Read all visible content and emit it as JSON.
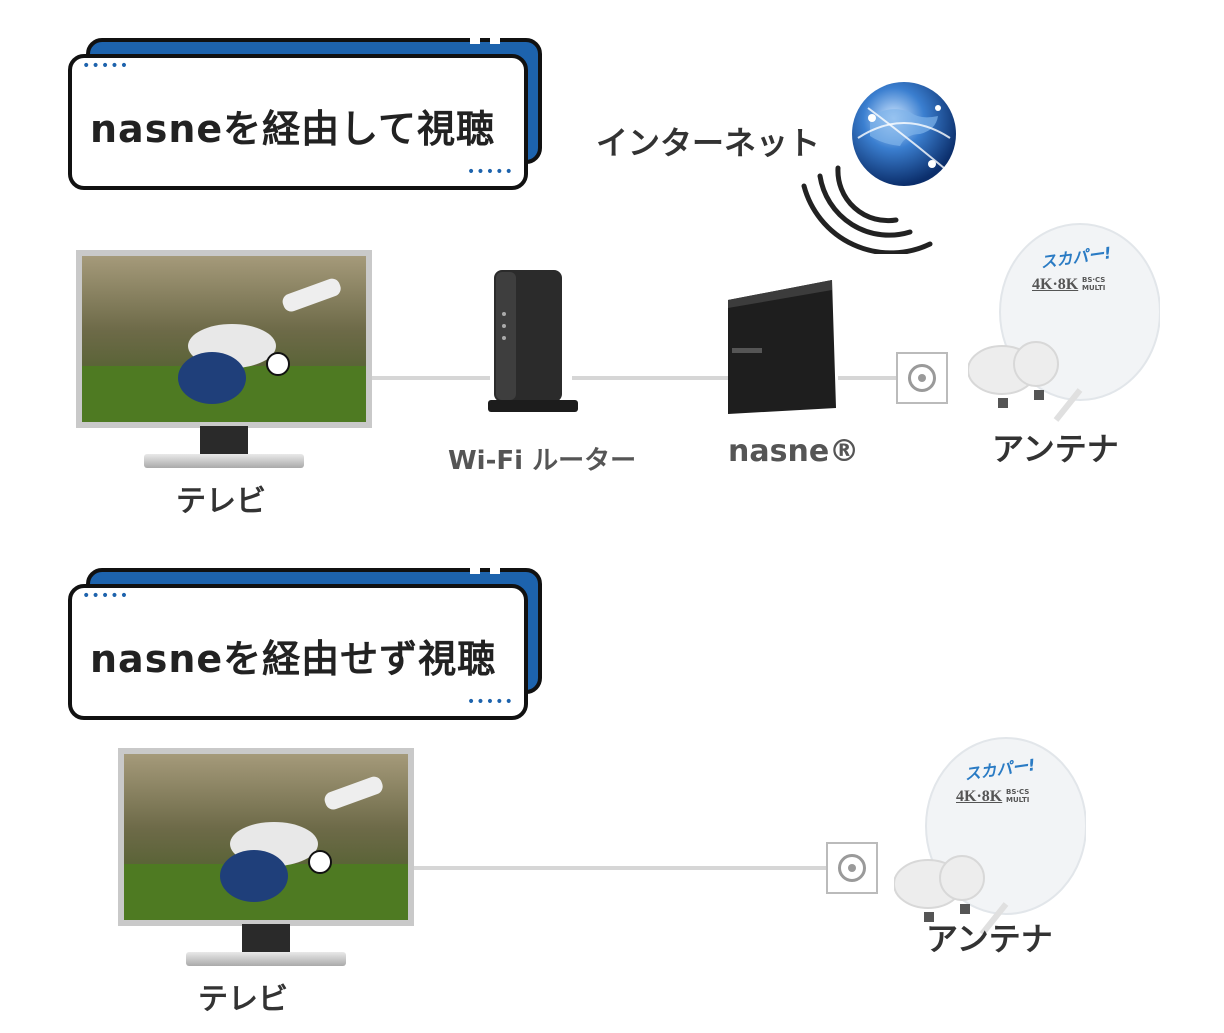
{
  "section1": {
    "title": "nasneを経由して視聴",
    "internet_label": "インターネット",
    "tv_label": "テレビ",
    "router_label": "Wi-Fi ルーター",
    "nasne_label": "nasne®",
    "antenna_label": "アンテナ",
    "dish_brand": "スカパー!",
    "dish_spec": "4K·8K",
    "dish_spec_sub": "BS·CS MULTI"
  },
  "section2": {
    "title": "nasneを経由せず視聴",
    "tv_label": "テレビ",
    "antenna_label": "アンテナ",
    "dish_brand": "スカパー!",
    "dish_spec": "4K·8K",
    "dish_spec_sub": "BS·CS MULTI"
  },
  "colors": {
    "accent": "#1d63ad",
    "cable": "#d6d6d6",
    "border": "#111111"
  }
}
